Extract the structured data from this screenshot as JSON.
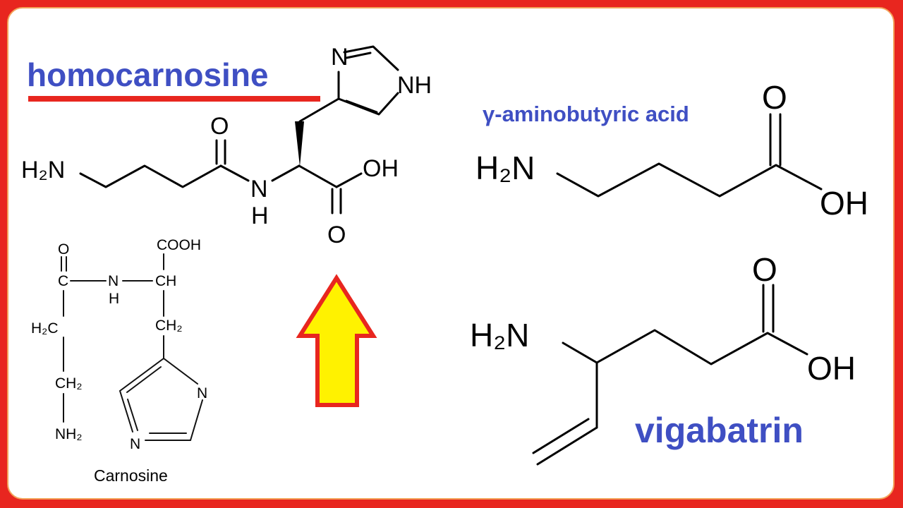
{
  "colors": {
    "border": "#e8261f",
    "title_blue": "#3f4fc3",
    "underline_red": "#e8261f",
    "arrow_fill": "#fff200",
    "arrow_stroke": "#e8261f"
  },
  "homocarnosine": {
    "title": "homocarnosine",
    "atoms": {
      "h2n": "H₂N",
      "carbonyl_o": "O",
      "amide_n": "N",
      "amide_h": "H",
      "acid_oh": "OH",
      "acid_o": "O",
      "ring_n": "N",
      "ring_nh": "NH"
    }
  },
  "carnosine": {
    "caption": "Carnosine",
    "atoms": {
      "o": "O",
      "c": "C",
      "n": "N",
      "h": "H",
      "ch": "CH",
      "cooh": "COOH",
      "h2c": "H₂C",
      "ch2_side": "CH₂",
      "ch2_chain": "CH₂",
      "nh2": "NH₂",
      "ring_n_right": "N",
      "ring_n_bottom": "N"
    }
  },
  "gaba": {
    "title": "γ-aminobutyric acid",
    "atoms": {
      "h2n": "H₂N",
      "o": "O",
      "oh": "OH"
    }
  },
  "vigabatrin": {
    "title": "vigabatrin",
    "atoms": {
      "h2n": "H₂N",
      "o": "O",
      "oh": "OH"
    }
  }
}
